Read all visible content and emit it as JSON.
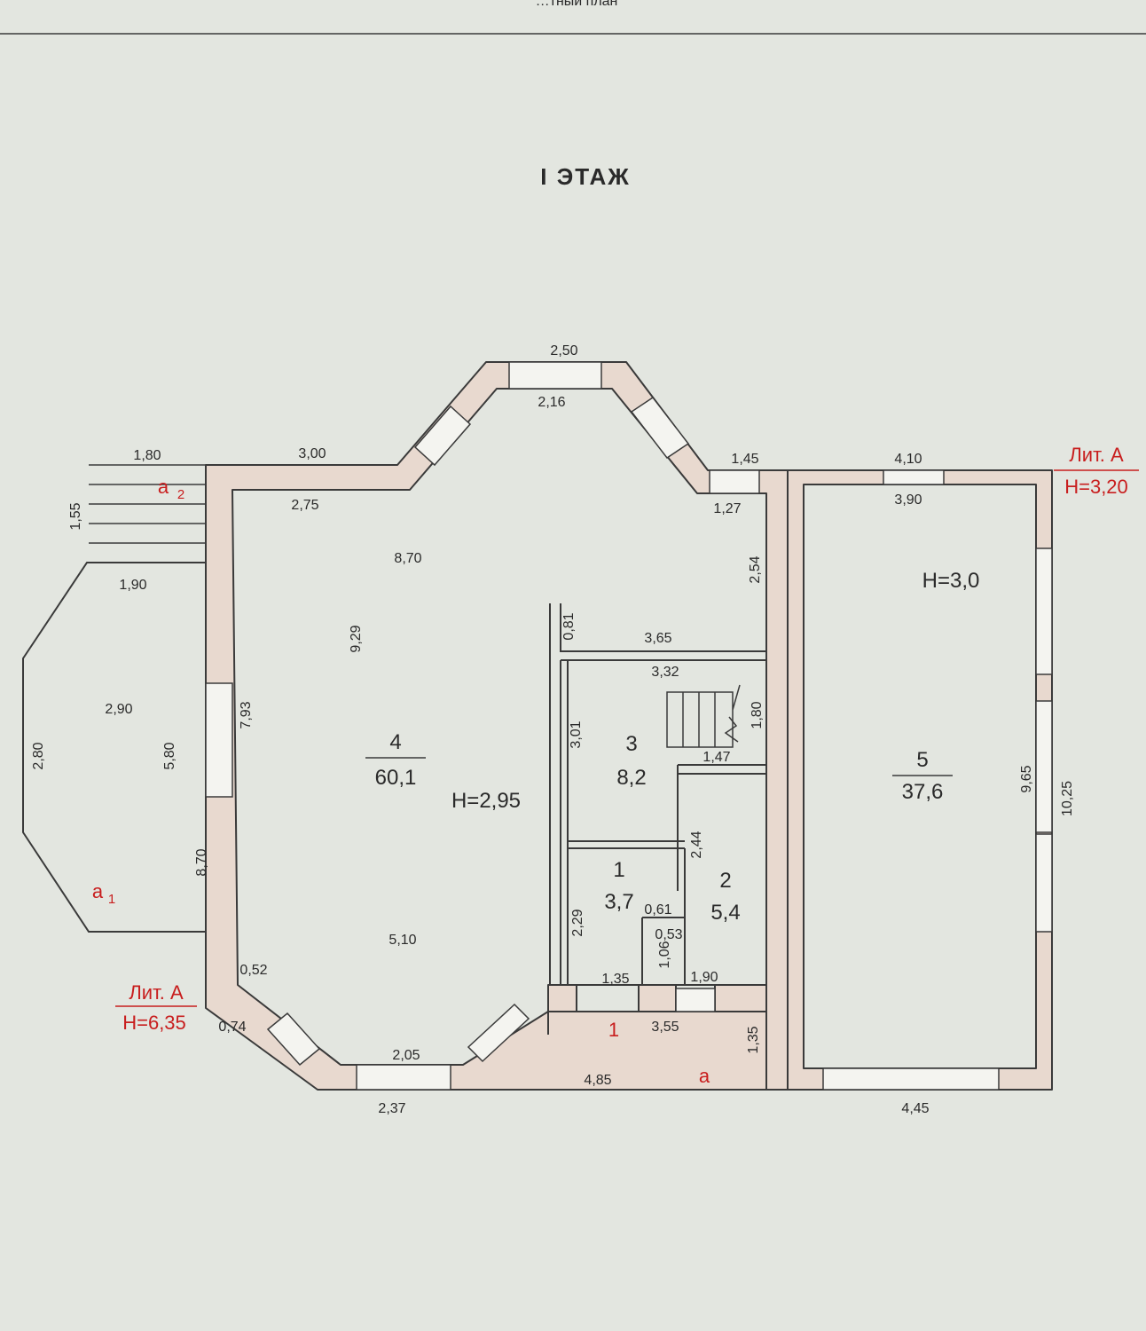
{
  "header": {
    "clipped_text": "…тный план",
    "title": "I ЭТАЖ"
  },
  "rooms": [
    {
      "num": "4",
      "area": "60,1"
    },
    {
      "num": "3",
      "area": "8,2"
    },
    {
      "num": "1",
      "area": "3,7"
    },
    {
      "num": "2",
      "area": "5,4"
    },
    {
      "num": "5",
      "area": "37,6"
    }
  ],
  "heights": {
    "main": "H=2,95",
    "garage": "H=3,0"
  },
  "lit": {
    "left_label": "Лит. А",
    "left_height": "H=6,35",
    "right_label": "Лит. А",
    "right_height": "H=3,20"
  },
  "annex": {
    "a2": "a",
    "a2_sub": "2",
    "a1": "a",
    "a1_sub": "1",
    "a": "a",
    "door": "1"
  },
  "dims": {
    "d_250": "2,50",
    "d_216": "2,16",
    "d_300": "3,00",
    "d_180": "1,80",
    "d_155": "1,55",
    "d_190": "1,90",
    "d_275": "2,75",
    "d_870_top": "8,70",
    "d_929": "9,29",
    "d_290": "2,90",
    "d_280": "2,80",
    "d_580": "5,80",
    "d_793": "7,93",
    "d_870_left": "8,70",
    "d_510": "5,10",
    "d_052": "0,52",
    "d_074": "0,74",
    "d_205": "2,05",
    "d_237": "2,37",
    "d_145": "1,45",
    "d_127": "1,27",
    "d_254": "2,54",
    "d_081": "0,81",
    "d_365": "3,65",
    "d_332": "3,32",
    "d_180_st": "1,80",
    "d_301": "3,01",
    "d_147": "1,47",
    "d_244": "2,44",
    "d_229": "2,29",
    "d_061": "0,61",
    "d_053": "0,53",
    "d_106": "1,06",
    "d_135": "1,35",
    "d_190_b": "1,90",
    "d_355": "3,55",
    "d_135_v": "1,35",
    "d_485": "4,85",
    "d_410": "4,10",
    "d_390": "3,90",
    "d_965": "9,65",
    "d_1025": "10,25",
    "d_445": "4,45"
  }
}
